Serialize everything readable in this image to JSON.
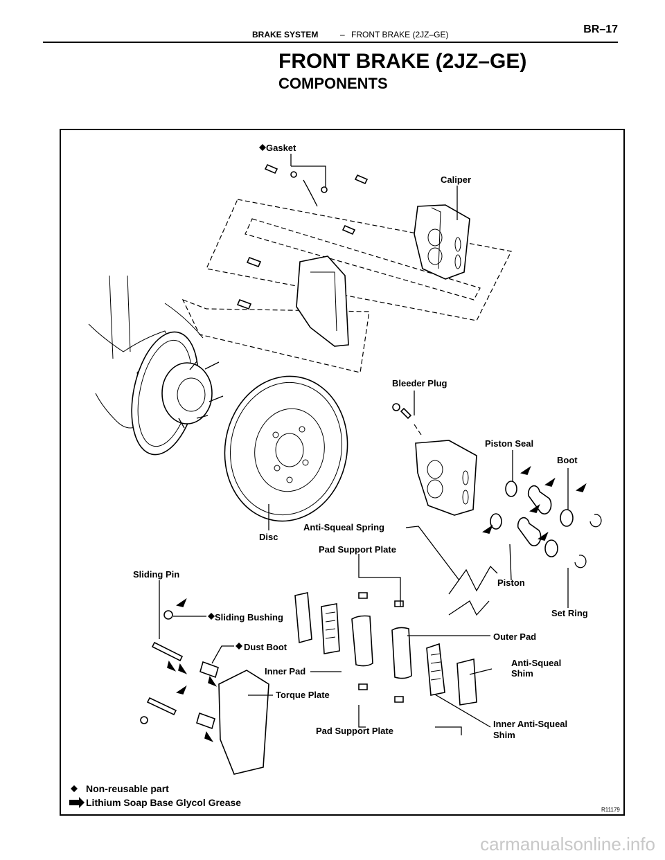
{
  "header": {
    "section": "BRAKE SYSTEM",
    "separator": "–",
    "subsection": "FRONT BRAKE (2JZ–GE)",
    "page_number": "BR–17"
  },
  "title": "FRONT BRAKE (2JZ–GE)",
  "subtitle": "COMPONENTS",
  "diagram": {
    "labels": {
      "gasket": "Gasket",
      "caliper": "Caliper",
      "bleeder_plug": "Bleeder Plug",
      "piston_seal": "Piston Seal",
      "boot": "Boot",
      "anti_squeal_spring": "Anti-Squeal Spring",
      "pad_support_plate_top": "Pad Support Plate",
      "disc": "Disc",
      "sliding_pin": "Sliding Pin",
      "sliding_bushing": "Sliding Bushing",
      "dust_boot": "Dust Boot",
      "inner_pad": "Inner Pad",
      "outer_pad": "Outer Pad",
      "anti_squeal_shim_1": "Anti-Squeal",
      "anti_squeal_shim_2": "Shim",
      "piston": "Piston",
      "set_ring": "Set Ring",
      "torque_plate": "Torque Plate",
      "inner_anti_squeal_shim_1": "Inner Anti-Squeal",
      "inner_anti_squeal_shim_2": "Shim",
      "pad_support_plate_bottom": "Pad Support Plate"
    },
    "legend": {
      "non_reusable": "Non-reusable part",
      "grease": "Lithium Soap Base Glycol Grease"
    },
    "figure_number": "R11179"
  },
  "watermark": "carmanualsonline.info"
}
